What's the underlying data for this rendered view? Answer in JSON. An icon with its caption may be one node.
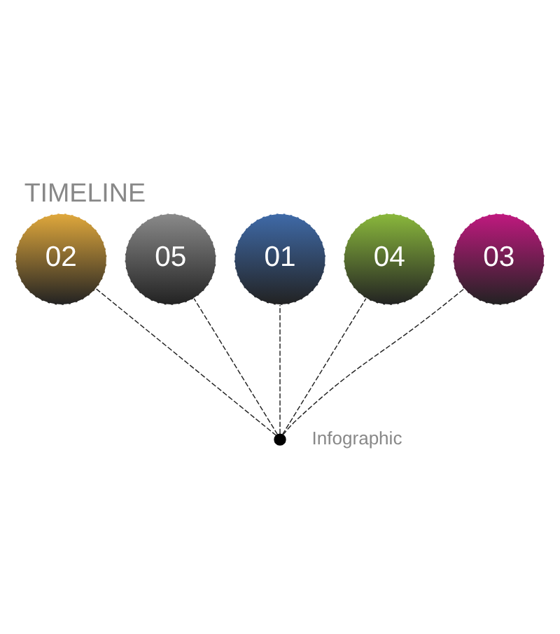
{
  "diagram": {
    "title": "TIMELINE",
    "nodes": [
      {
        "text": [
          "01"
        ]
      },
      {
        "text": [
          "02"
        ]
      },
      {
        "text": [
          "03"
        ]
      },
      {
        "text": [
          "04"
        ]
      },
      {
        "text": [
          "05"
        ]
      },
      {
        "text": [],
        "shape": "circle"
      }
    ],
    "edges": [
      {
        "from": 5,
        "to": 0,
        "arrow": "none",
        "style": "dashed"
      },
      {
        "from": 5,
        "to": 1,
        "arrow": "none",
        "style": "dashed"
      },
      {
        "from": 5,
        "to": 2,
        "arrow": "none",
        "style": "dashed"
      },
      {
        "from": 5,
        "to": 3,
        "arrow": "none",
        "style": "dashed"
      },
      {
        "from": 5,
        "to": 4,
        "arrow": "none",
        "style": "dashed"
      }
    ],
    "labels": [
      "Infographic"
    ]
  }
}
